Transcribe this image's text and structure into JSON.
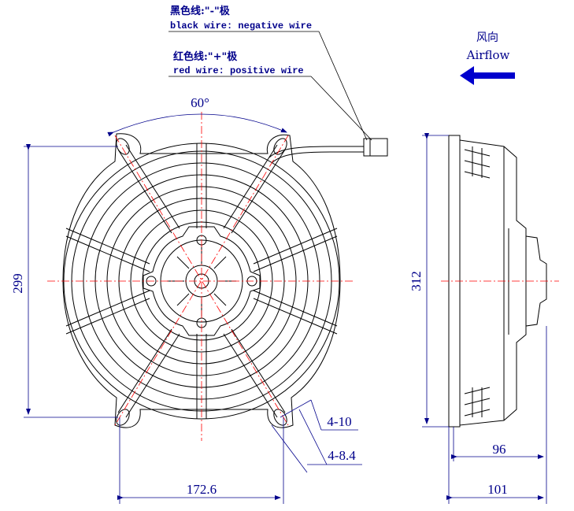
{
  "wire_labels": {
    "black_cn": "黑色线:\"-\"极",
    "black_en": "black wire: negative wire",
    "red_cn": "红色线:\"+\"极",
    "red_en": "red wire: positive wire"
  },
  "airflow": {
    "label_cn": "风向",
    "label_en": "Airflow"
  },
  "dimensions": {
    "angle": "60°",
    "height_front": "299",
    "height_side": "312",
    "mount_spacing": "172.6",
    "hole_large": "4-10",
    "hole_small": "4-8.4",
    "depth_body": "96",
    "depth_total": "101"
  },
  "colors": {
    "outline": "#000000",
    "dimension": "#00008b",
    "centerline": "#ff0000",
    "arrow": "#0000cd"
  }
}
